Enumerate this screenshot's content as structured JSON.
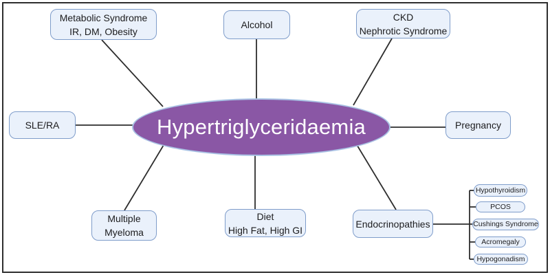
{
  "diagram": {
    "center": {
      "label": "Hypertriglyceridaemia"
    },
    "nodes": {
      "metabolic": {
        "line1": "Metabolic Syndrome",
        "line2": "IR, DM, Obesity"
      },
      "alcohol": {
        "line1": "Alcohol"
      },
      "ckd": {
        "line1": "CKD",
        "line2": "Nephrotic Syndrome"
      },
      "sle_ra": {
        "line1": "SLE/RA"
      },
      "pregnancy": {
        "line1": "Pregnancy"
      },
      "multiple_myeloma": {
        "line1": "Multiple",
        "line2": "Myeloma"
      },
      "diet": {
        "line1": "Diet",
        "line2": "High Fat, High GI"
      },
      "endocrinopathies": {
        "line1": "Endocrinopathies"
      }
    },
    "endocrine_subtypes": [
      "Hypothyroidism",
      "PCOS",
      "Cushings Syndrome",
      "Acromegaly",
      "Hypogonadism"
    ]
  },
  "colors": {
    "background": "#ffffff",
    "frame_border": "#2e2e2e",
    "node_fill": "#eaf1fb",
    "node_border": "#7e9cca",
    "center_fill": "#8a57a5",
    "center_border": "#a9c2e4",
    "connector": "#2d2d2d",
    "text": "#1c1c1e"
  }
}
